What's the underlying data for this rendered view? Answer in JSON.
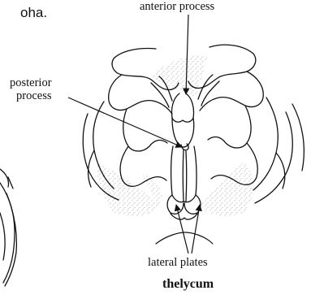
{
  "labels": {
    "fragment_text": "oha.",
    "anterior": "anterior process",
    "posterior_line1": "posterior",
    "posterior_line2": "process",
    "lateral": "lateral plates",
    "title": "thelycum"
  },
  "colors": {
    "ink": "#111111",
    "stipple": "#9a9a9a",
    "background": "#ffffff"
  }
}
